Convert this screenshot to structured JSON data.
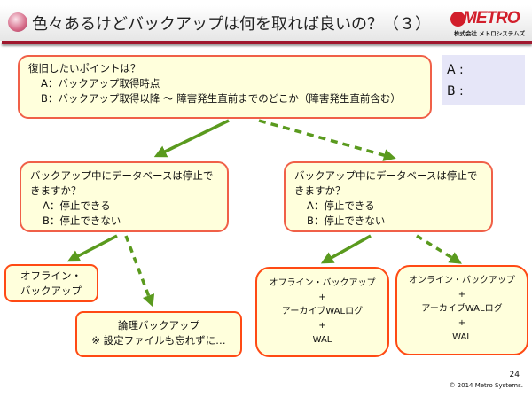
{
  "header": {
    "title": "色々あるけどバックアップは何を取れば良いの？（３）",
    "logo_text": "METRO",
    "logo_sub": "株式会社 メトロシステムズ"
  },
  "legend": {
    "a_label": "A :",
    "b_label": "B :",
    "solid_color": "#5a9a1e"
  },
  "question": {
    "lines": [
      "復旧したいポイントは？",
      "A：バックアップ取得時点",
      "B：バックアップ取得以降 ～ 障害発生直前までのどこか（障害発生直前含む）"
    ]
  },
  "left_q": {
    "lines": [
      "バックアップ中にデータベースは停止で",
      "きますか？",
      "A：停止できる",
      "B：停止できない"
    ]
  },
  "right_q": {
    "lines": [
      "バックアップ中にデータベースは停止で",
      "きますか？",
      "A：停止できる",
      "B：停止できない"
    ]
  },
  "results": {
    "offline": [
      "オフライン・",
      "バックアップ"
    ],
    "logical": [
      "論理バックアップ",
      "※ 設定ファイルも忘れずに…"
    ],
    "offline_wal": [
      "オフライン・バックアップ",
      "+",
      "アーカイブWALログ",
      "+",
      "WAL"
    ],
    "online_wal": [
      "オンライン・バックアップ",
      "+",
      "アーカイブWALログ",
      "+",
      "WAL"
    ]
  },
  "footer": {
    "page": "24",
    "copyright": "© 2014 Metro Systems."
  }
}
